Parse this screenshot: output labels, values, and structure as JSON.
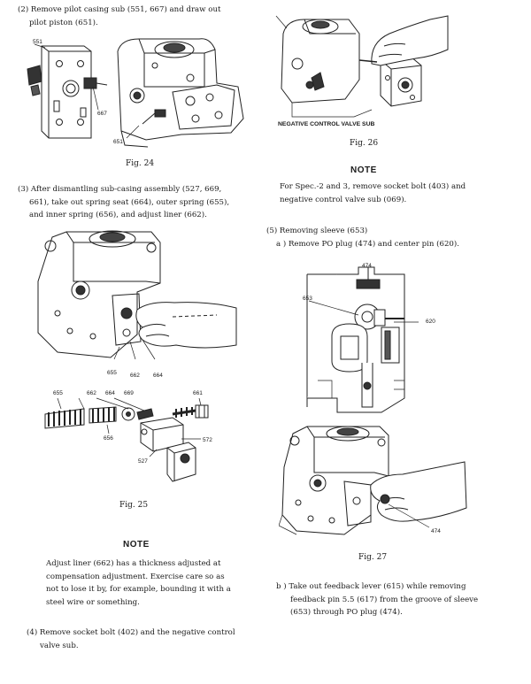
{
  "left": {
    "step2": [
      "(2)  Remove pilot casing sub (551, 667) and draw out",
      "pilot piston (651)."
    ],
    "fig24": {
      "caption": "Fig. 24",
      "labels": [
        "551",
        "667",
        "651"
      ]
    },
    "step3": [
      "(3)  After dismantling sub-casing assembly (527, 669,",
      "661), take out spring seat (664), outer spring (655),",
      "and inner spring (656), and adjust liner (662)."
    ],
    "fig25": {
      "caption": "Fig. 25",
      "labels_top": [
        "655",
        "662",
        "664"
      ],
      "labels_parts": [
        "655",
        "662",
        "664",
        "669",
        "661",
        "656",
        "527",
        "572"
      ]
    },
    "note_heading": "NOTE",
    "note_text": [
      "Adjust liner (662) has a thickness adjusted at",
      "compensation adjustment.  Exercise care so as",
      "not to lose it by, for example, bounding it with a",
      "steel wire or something."
    ],
    "step4": [
      "(4)  Remove socket bolt (402) and the negative control",
      "valve sub."
    ]
  },
  "right": {
    "fig26": {
      "caption": "Fig. 26",
      "label": "NEGATIVE CONTROL VALVE SUB"
    },
    "note_heading": "NOTE",
    "note_text": [
      "For Spec.-2 and 3, remove socket bolt (403) and",
      "negative control valve sub (069)."
    ],
    "step5": "(5)  Removing sleeve (653)",
    "step5a": "a )  Remove PO plug (474) and center pin (620).",
    "fig_section": {
      "labels": [
        "474",
        "653",
        "620"
      ]
    },
    "fig27": {
      "caption": "Fig. 27",
      "label": "474"
    },
    "step5b": [
      "b )  Take out feedback lever (615) while removing",
      "feedback pin 5.5 (617) from the groove of sleeve",
      "(653) through PO plug (474)."
    ]
  }
}
